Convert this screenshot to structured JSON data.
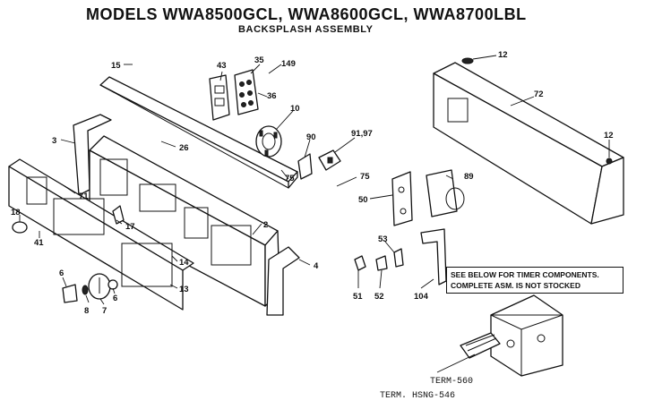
{
  "header": {
    "title": "MODELS WWA8500GCL, WWA8600GCL, WWA8700LBL",
    "subtitle": "BACKSPLASH ASSEMBLY"
  },
  "note": {
    "line1": "SEE BELOW FOR TIMER COMPONENTS.",
    "line2": "COMPLETE ASM. IS NOT STOCKED"
  },
  "labels": {
    "p15": "15",
    "p43": "43",
    "p35": "35",
    "p149": "149",
    "p36": "36",
    "p10": "10",
    "p90": "90",
    "p91_97": "91,97",
    "p12a": "12",
    "p72": "72",
    "p12b": "12",
    "p3": "3",
    "p26": "26",
    "p75a": "75",
    "p75b": "75",
    "p89": "89",
    "p50": "50",
    "p71": "71",
    "p18": "18",
    "p41": "41",
    "p17": "17",
    "p2": "2",
    "p53": "53",
    "p14": "14",
    "p4": "4",
    "p6a": "6",
    "p13": "13",
    "p6b": "6",
    "p8": "8",
    "p7": "7",
    "p51": "51",
    "p52": "52",
    "p104": "104"
  },
  "timer": {
    "term": "TERM-560",
    "housing": "TERM. HSNG-546"
  }
}
